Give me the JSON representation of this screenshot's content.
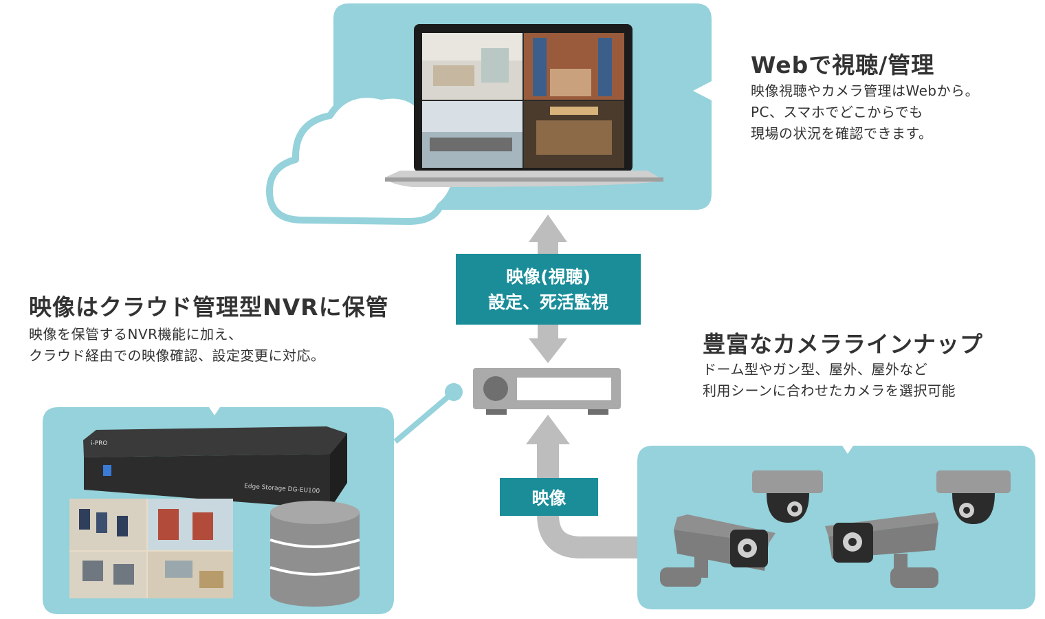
{
  "colors": {
    "panel": "#95d2db",
    "cloud_outline": "#95d2db",
    "label_box": "#1a8d99",
    "arrow": "#bdbdbd",
    "device": "#aaaaaa"
  },
  "web_section": {
    "title": "Webで視聴/管理",
    "description": "映像視聴やカメラ管理はWebから。\nPC、スマホでどこからでも\n現場の状況を確認できます。"
  },
  "nvr_section": {
    "title": "映像はクラウド管理型NVRに保管",
    "description": "映像を保管するNVR機能に加え、\nクラウド経由での映像確認、設定変更に対応。"
  },
  "camera_section": {
    "title": "豊富なカメララインナップ",
    "description": "ドーム型やガン型、屋外、屋外など\n利用シーンに合わせたカメラを選択可能"
  },
  "flow_labels": {
    "upper": "映像(視聴)\n設定、死活監視",
    "lower": "映像"
  },
  "nvr_device": {
    "brand": "i-PRO",
    "model": "Edge Storage  DG-EU100"
  },
  "icons": [
    "cloud-icon",
    "laptop-icon",
    "nvr-recorder-icon",
    "database-icon",
    "dome-camera-icon",
    "bullet-camera-icon"
  ]
}
